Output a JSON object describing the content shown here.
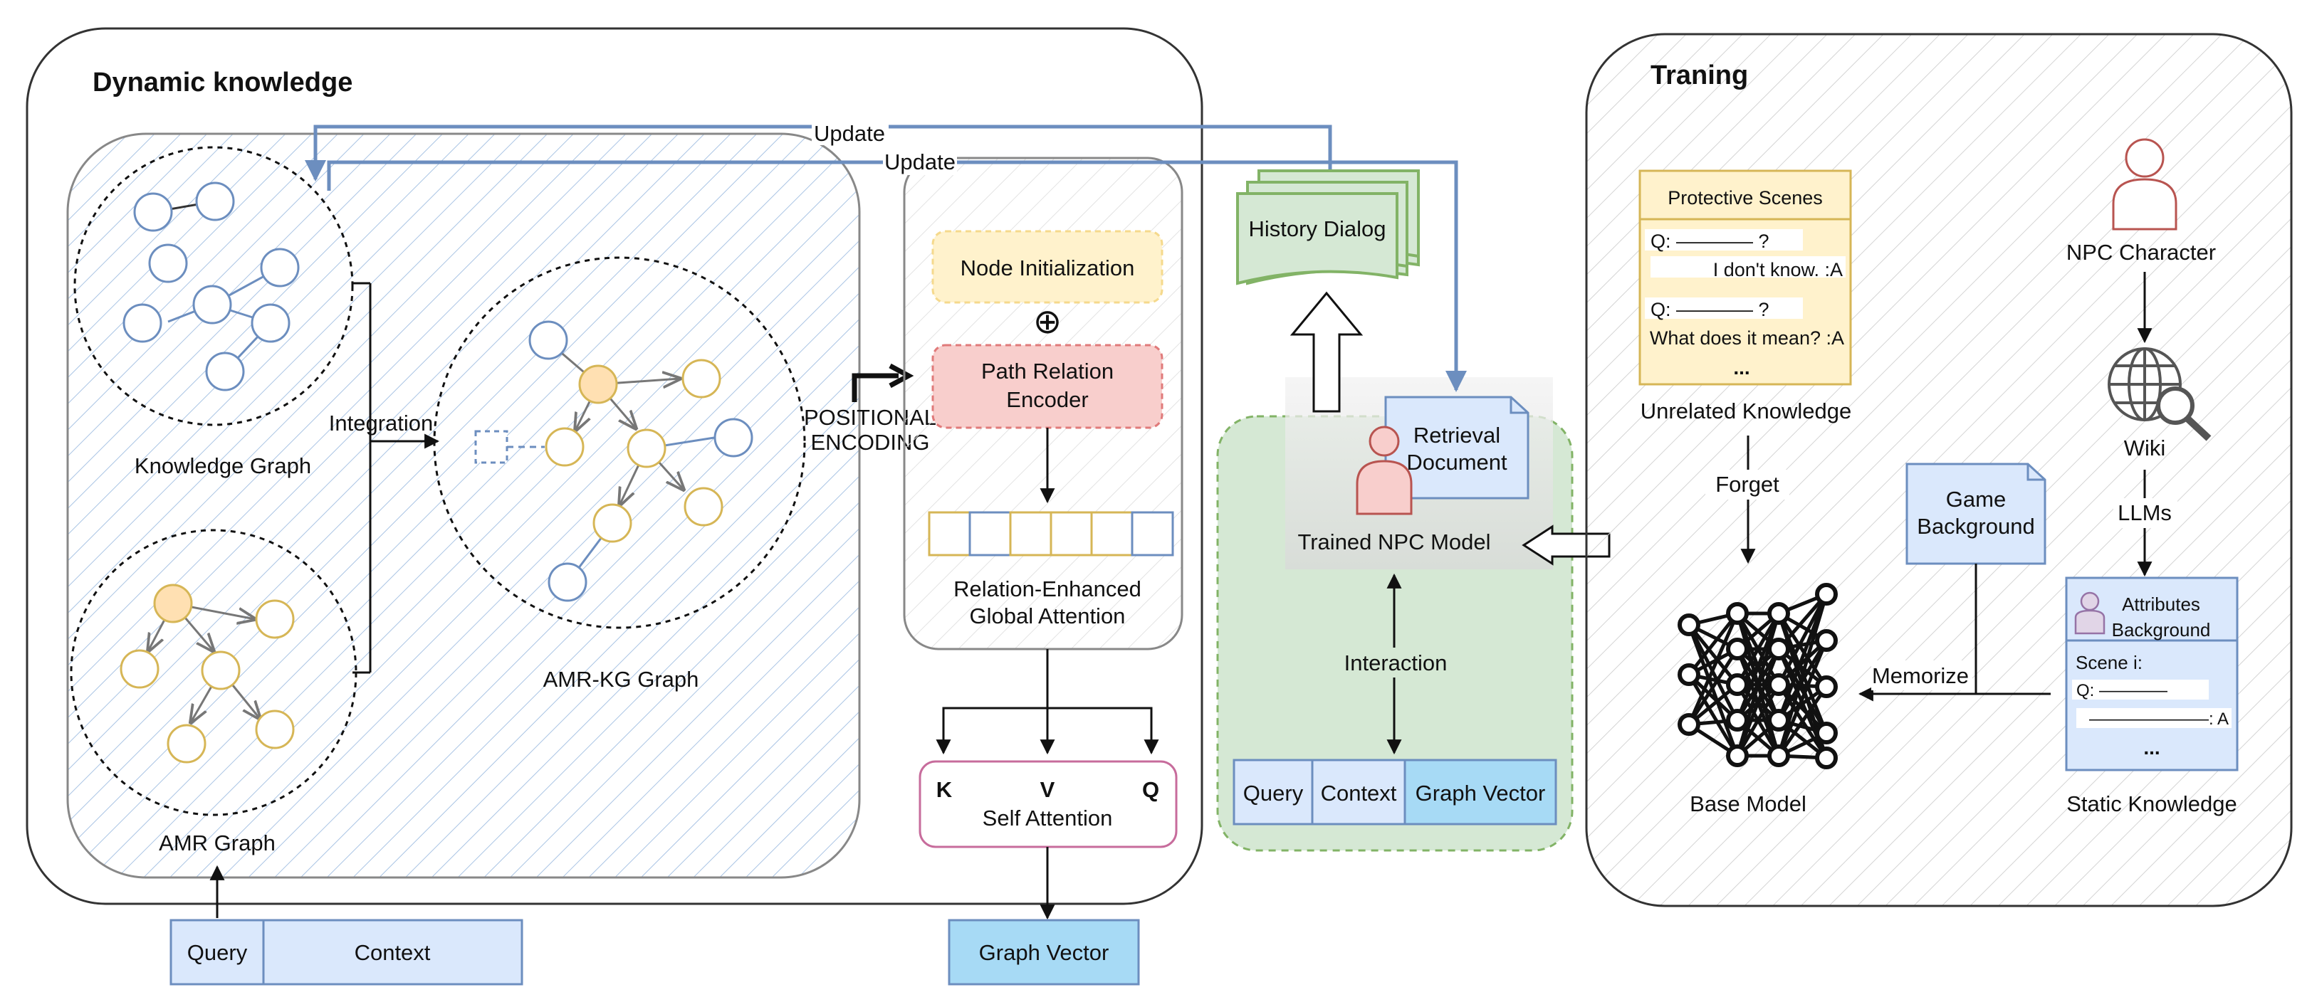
{
  "dynamic": {
    "title": "Dynamic knowledge",
    "knowledge_graph_label": "Knowledge Graph",
    "amr_graph_label": "AMR Graph",
    "integration_label": "Integration",
    "amr_kg_label": "AMR-KG Graph",
    "positional_encoding": [
      "POSITIONAL",
      "ENCODING"
    ],
    "node_init": "Node Initialization",
    "oplus": "⊕",
    "path_relation": [
      "Path Relation",
      "Encoder"
    ],
    "global_attention": [
      "Relation-Enhanced",
      "Global Attention"
    ],
    "update_1": "Update",
    "update_2": "Update",
    "self_attention": {
      "k": "K",
      "v": "V",
      "q": "Q",
      "label": "Self Attention"
    },
    "input": {
      "query": "Query",
      "context": "Context"
    },
    "output": "Graph Vector"
  },
  "middle": {
    "history_dialog": "History Dialog",
    "retrieval_document": [
      "Retrieval",
      "Document"
    ],
    "trained_model": "Trained NPC Model",
    "interaction": "Interaction",
    "vector_row": {
      "query": "Query",
      "context": "Context",
      "graph_vector": "Graph Vector"
    }
  },
  "training": {
    "title": "Traning",
    "protective_scenes": {
      "title": "Protective Scenes",
      "q1": "Q: ———— ?",
      "a1": "I don't know. :A",
      "q2": "Q: ———— ?",
      "a2": "What does it mean? :A",
      "ellipsis": "..."
    },
    "unrelated_knowledge": "Unrelated Knowledge",
    "forget": "Forget",
    "npc_character": "NPC Character",
    "wiki": "Wiki",
    "llms": "LLMs",
    "game_background": [
      "Game",
      "Background"
    ],
    "memorize": "Memorize",
    "base_model": "Base Model",
    "static_card": {
      "title": [
        "Attributes",
        "Background"
      ],
      "scene": "Scene i:",
      "q": "Q: ————",
      "a": "———————: A",
      "ellipsis": "..."
    },
    "static_knowledge": "Static Knowledge"
  },
  "colors": {
    "blue_node": "#6c8ebf",
    "yellow_node": "#d6b656",
    "orange_fill": "#ffe0b2",
    "arrow_blue": "#6c8ebf",
    "green_fill": "#d5e8d4",
    "green_stroke": "#82b366",
    "red_fill": "#f8cecc",
    "red_stroke": "#b85450",
    "light_blue": "#dae8fc",
    "yellow_fill": "#fff2cc",
    "pink_stroke": "#c76c9c",
    "cyan_fill": "#a7daf5"
  }
}
